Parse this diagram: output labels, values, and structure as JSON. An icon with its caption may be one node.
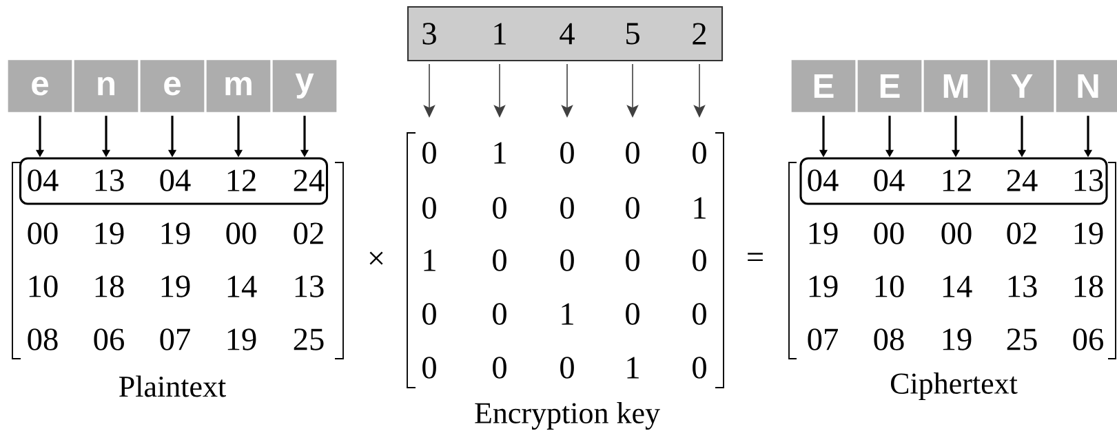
{
  "diagram": {
    "nodes": [
      {
        "text": [
          "e"
        ]
      },
      {
        "text": [
          "n"
        ]
      },
      {
        "text": [
          "e"
        ]
      },
      {
        "text": [
          "m"
        ]
      },
      {
        "text": [
          "y"
        ]
      },
      {
        "text": [
          "04",
          "13",
          "04",
          "12",
          "24"
        ]
      },
      {
        "text": [
          "3",
          "1",
          "4",
          "5",
          "2"
        ]
      },
      {
        "text": [
          "E"
        ]
      },
      {
        "text": [
          "E"
        ]
      },
      {
        "text": [
          "M"
        ]
      },
      {
        "text": [
          "Y"
        ]
      },
      {
        "text": [
          "N"
        ]
      },
      {
        "text": [
          "04",
          "04",
          "12",
          "24",
          "13"
        ]
      }
    ],
    "edges": [
      {
        "from": 0,
        "to": 5,
        "arrow": "to"
      },
      {
        "from": 1,
        "to": 5,
        "arrow": "to"
      },
      {
        "from": 2,
        "to": 5,
        "arrow": "to"
      },
      {
        "from": 3,
        "to": 5,
        "arrow": "to"
      },
      {
        "from": 4,
        "to": 5,
        "arrow": "to"
      },
      {
        "from": 6,
        "to": null,
        "arrow": "to",
        "color": "#404040"
      },
      {
        "from": 6,
        "to": null,
        "arrow": "to",
        "color": "#404040"
      },
      {
        "from": 6,
        "to": null,
        "arrow": "to",
        "color": "#404040"
      },
      {
        "from": 6,
        "to": null,
        "arrow": "to",
        "color": "#404040"
      },
      {
        "from": 6,
        "to": null,
        "arrow": "to",
        "color": "#404040"
      },
      {
        "from": 7,
        "to": 12,
        "arrow": "to"
      },
      {
        "from": 8,
        "to": 12,
        "arrow": "to"
      },
      {
        "from": 9,
        "to": 12,
        "arrow": "to"
      },
      {
        "from": 10,
        "to": 12,
        "arrow": "to"
      },
      {
        "from": 11,
        "to": 12,
        "arrow": "to"
      }
    ],
    "labels": [
      "00",
      "19",
      "19",
      "00",
      "02",
      "10",
      "18",
      "19",
      "14",
      "13",
      "08",
      "06",
      "07",
      "19",
      "25",
      "Plaintext",
      "×",
      "0",
      "1",
      "0",
      "0",
      "0",
      "0",
      "0",
      "0",
      "0",
      "1",
      "1",
      "0",
      "0",
      "0",
      "0",
      "0",
      "0",
      "1",
      "0",
      "0",
      "0",
      "0",
      "0",
      "1",
      "0",
      "Encryption key",
      "=",
      "19",
      "00",
      "00",
      "02",
      "19",
      "19",
      "10",
      "14",
      "13",
      "18",
      "07",
      "08",
      "19",
      "25",
      "06",
      "Ciphertext"
    ]
  }
}
